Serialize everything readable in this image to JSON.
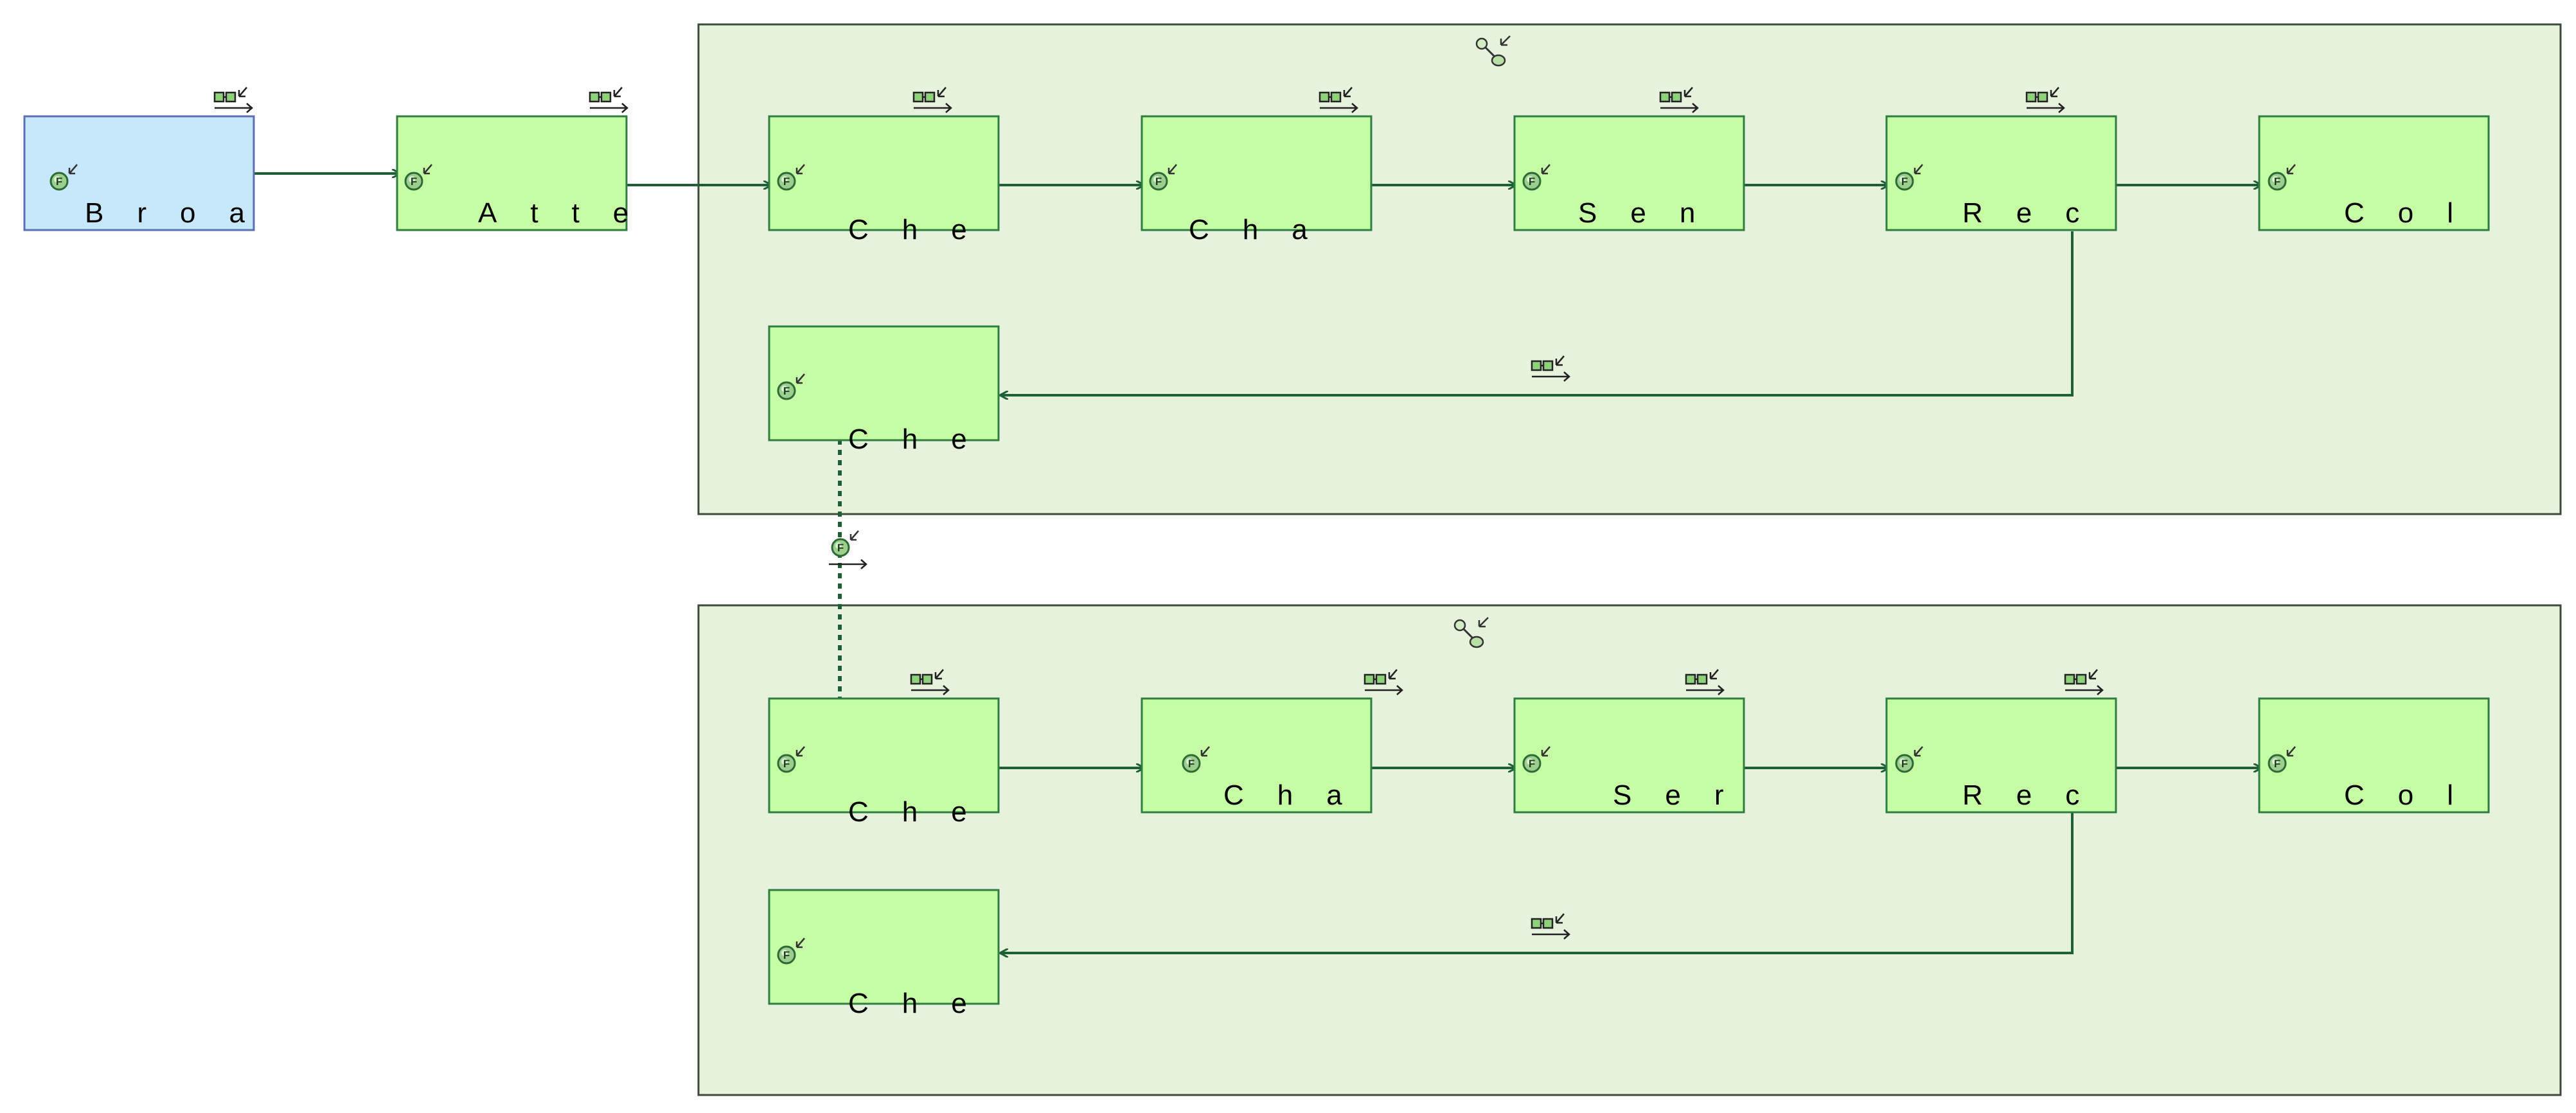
{
  "colors": {
    "container_fill": "#e6f2dc",
    "container_stroke": "#3c4a3c",
    "node_fill": "#c6fea6",
    "node_stroke": "#2f7d3f",
    "start_fill": "#c7e7fb",
    "start_stroke": "#5a6fb5",
    "edge": "#1f5f36"
  },
  "icons": {
    "node": "function-circle-icon",
    "edge": "message-flow-icon",
    "container": "partition-key-icon"
  },
  "nodes": {
    "start": {
      "label": "Broa"
    },
    "attend": {
      "label": "Atte"
    },
    "p1_a": {
      "label": "Che"
    },
    "p1_b": {
      "label": "Cha"
    },
    "p1_c": {
      "label": "Sen"
    },
    "p1_d": {
      "label": "Rec"
    },
    "p1_e": {
      "label": "Col"
    },
    "p1_f": {
      "label": "Che"
    },
    "p2_a": {
      "label": "Che"
    },
    "p2_b": {
      "label": "Cha"
    },
    "p2_c": {
      "label": "Ser"
    },
    "p2_d": {
      "label": "Rec"
    },
    "p2_e": {
      "label": "Col"
    },
    "p2_f": {
      "label": "Che"
    }
  }
}
